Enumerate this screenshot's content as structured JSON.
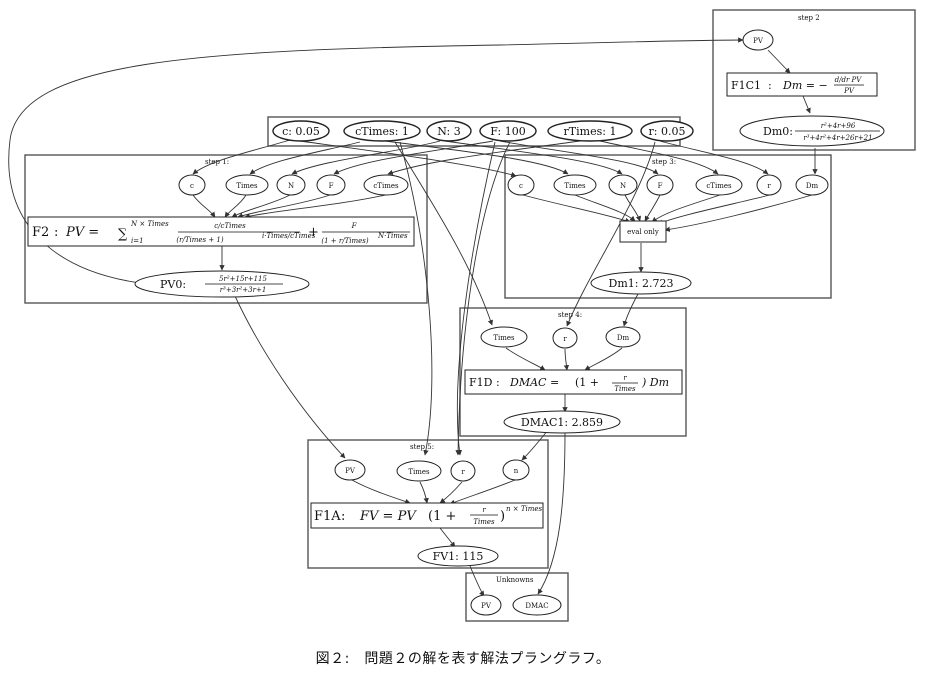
{
  "caption": "図２:　問題２の解を表す解法プラングラフ。",
  "clusters": {
    "step1": "step 1:",
    "step2": "step 2",
    "step3": "step 3:",
    "step4": "step 4:",
    "step5": "step 5:",
    "unknowns": "Unknowns"
  },
  "inputs": {
    "c": "c:   0.05",
    "ctimes": "cTimes:   1",
    "n": "N:   3",
    "f": "F:   100",
    "times": "rTimes:   1",
    "r": "r:   0.05"
  },
  "step1": {
    "vars": [
      "c",
      "Times",
      "N",
      "F",
      "cTimes"
    ],
    "formula": {
      "name": "F2",
      "lhs": "PV =",
      "sum": "∑",
      "sum_upper": "N × Times",
      "sum_lower": "i=1",
      "frac1_num": "c/cTimes",
      "frac1_den": "(r/Times + 1)",
      "frac1_den_exp": "i·Times/cTimes",
      "plus": "+",
      "frac2_num": "F",
      "frac2_den": "(1 + r/Times)",
      "frac2_den_exp": "N·Times"
    },
    "result_name": "PV0:",
    "result_num": "5r²+15r+115",
    "result_den": "r³+3r²+3r+1"
  },
  "step2": {
    "var": "PV",
    "formula": {
      "name": "F1C1",
      "lhs": "Dm = −",
      "num": "d/dr PV",
      "den": "PV"
    },
    "result_name": "Dm0:",
    "result_num": "r²+4r+96",
    "result_den": "r³+4r²+4r+26r+21"
  },
  "step3": {
    "vars": [
      "c",
      "Times",
      "N",
      "F",
      "cTimes",
      "r",
      "Dm"
    ],
    "box": "eval only",
    "result": "Dm1:   2.723"
  },
  "step4": {
    "vars": [
      "Times",
      "r",
      "Dm"
    ],
    "formula": {
      "name": "F1D",
      "lhs": "DMAC =",
      "paren": "(1 +",
      "num": "r",
      "den": "Times",
      "close": ") Dm"
    },
    "result": "DMAC1:   2.859"
  },
  "step5": {
    "vars": [
      "PV",
      "Times",
      "r",
      "n"
    ],
    "formula": {
      "name": "F1A",
      "lhs": "FV = PV",
      "paren": "(1 +",
      "num": "r",
      "den": "Times",
      "close": ")",
      "exp": "n × Times"
    },
    "result": "FV1:   115"
  },
  "unknowns": {
    "vars": [
      "PV",
      "DMAC"
    ]
  }
}
